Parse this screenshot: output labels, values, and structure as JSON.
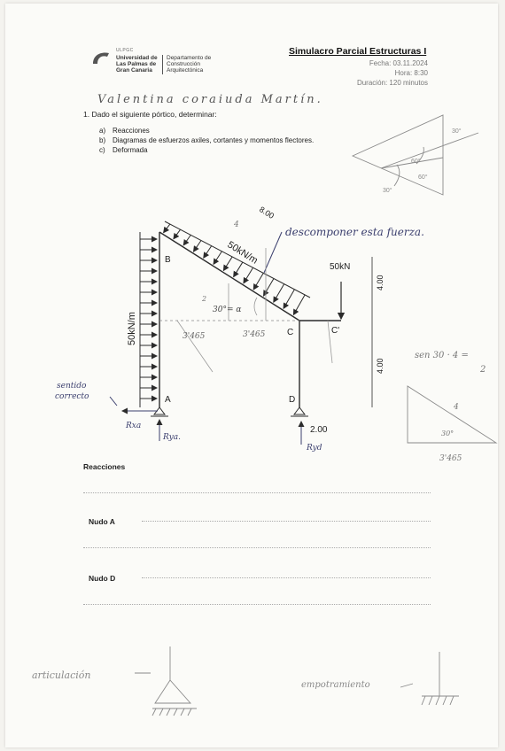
{
  "header": {
    "logo_small": "ULPGC",
    "university": [
      "Universidad de",
      "Las Palmas de",
      "Gran Canaria"
    ],
    "department": [
      "Departamento de",
      "Construcción",
      "Arquitectónica"
    ],
    "title": "Simulacro Parcial Estructuras I",
    "fecha": "Fecha: 03.11.2024",
    "hora": "Hora: 8:30",
    "duracion": "Duración: 120 minutos"
  },
  "student_name": "Valentina coraiuda Martín.",
  "question": {
    "text": "1. Dado el siguiente pórtico, determinar:",
    "items": [
      {
        "letter": "a)",
        "text": "Reacciones"
      },
      {
        "letter": "b)",
        "text": "Diagramas de esfuerzos axiles, cortantes y momentos flectores."
      },
      {
        "letter": "c)",
        "text": "Deformada"
      }
    ]
  },
  "diagram": {
    "labels": {
      "b": "B",
      "a": "A",
      "c": "C",
      "c_prime": "C'",
      "d": "D",
      "load_inclined": "50kN/m",
      "load_vertical": "50kN/m",
      "point_load": "50kN",
      "dim_800": "8.00",
      "dim_400_top": "4.00",
      "dim_400_bot": "4.00",
      "dim_200": "2.00"
    },
    "annotations": {
      "descomponer": "descomponer esta fuerza.",
      "sentido": "sentido",
      "correcto": "correcto",
      "rxa": "Rxa",
      "rya": "Rya.",
      "ryd": "Ryd",
      "angle": "30°= α",
      "dist_a": "3'465",
      "dist_b": "3'465",
      "num4": "4",
      "num2": "2",
      "sen": "sen 30 · 4 =",
      "sen_result": "2",
      "tri_4": "4",
      "tri_30": "30°",
      "tri_base": "3'465",
      "sk_30a": "30°",
      "sk_60a": "60°",
      "sk_60b": "60°",
      "sk_30b": "30°"
    }
  },
  "sections": {
    "reacciones": "Reacciones",
    "nudo_a": "Nudo A",
    "nudo_d": "Nudo D"
  },
  "bottom": {
    "articulacion": "articulación",
    "empotramiento": "empotramiento"
  },
  "colors": {
    "ink": "#2b2b2b",
    "pencil": "#8a8a8a",
    "pen": "#3b3f6e"
  }
}
